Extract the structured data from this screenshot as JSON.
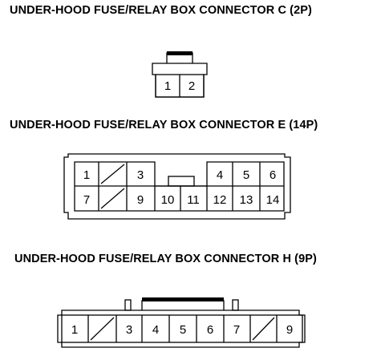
{
  "connectors": [
    {
      "title": "UNDER-HOOD FUSE/RELAY BOX CONNECTOR C (2P)",
      "cells": [
        {
          "label": "1",
          "empty": false
        },
        {
          "label": "2",
          "empty": false
        }
      ]
    },
    {
      "title": "UNDER-HOOD FUSE/RELAY BOX CONNECTOR E (14P)",
      "rows": [
        [
          {
            "label": "1",
            "empty": false
          },
          {
            "label": "",
            "empty": true
          },
          {
            "label": "3",
            "empty": false
          },
          {
            "label": "4",
            "empty": false
          },
          {
            "label": "5",
            "empty": false
          },
          {
            "label": "6",
            "empty": false
          }
        ],
        [
          {
            "label": "7",
            "empty": false
          },
          {
            "label": "",
            "empty": true
          },
          {
            "label": "9",
            "empty": false
          },
          {
            "label": "10",
            "empty": false
          },
          {
            "label": "11",
            "empty": false
          },
          {
            "label": "12",
            "empty": false
          },
          {
            "label": "13",
            "empty": false
          },
          {
            "label": "14",
            "empty": false
          }
        ]
      ]
    },
    {
      "title": "UNDER-HOOD FUSE/RELAY BOX CONNECTOR H (9P)",
      "cells": [
        {
          "label": "1",
          "empty": false
        },
        {
          "label": "",
          "empty": true
        },
        {
          "label": "3",
          "empty": false
        },
        {
          "label": "4",
          "empty": false
        },
        {
          "label": "5",
          "empty": false
        },
        {
          "label": "6",
          "empty": false
        },
        {
          "label": "7",
          "empty": false
        },
        {
          "label": "",
          "empty": true
        },
        {
          "label": "9",
          "empty": false
        }
      ]
    }
  ]
}
